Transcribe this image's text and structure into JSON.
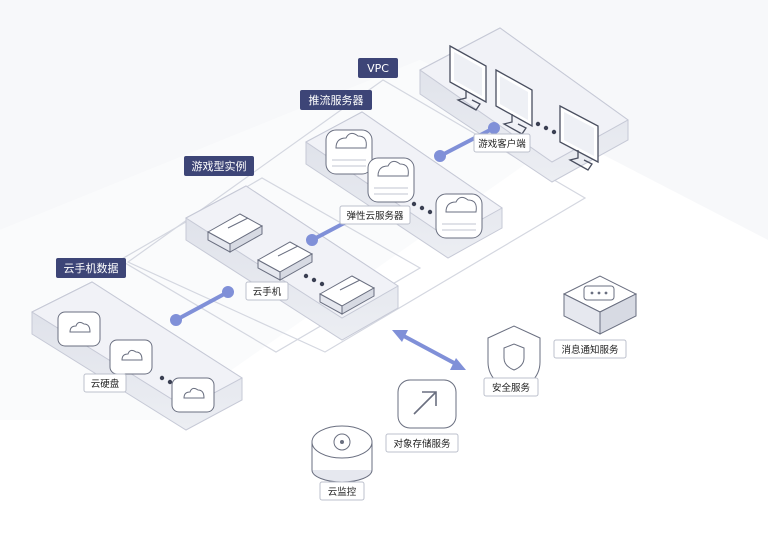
{
  "group_labels": {
    "vpc": "VPC",
    "push": "推流服务器",
    "game": "游戏型实例",
    "phone_data": "云手机数据"
  },
  "node_labels": {
    "game_client": "游戏客户端",
    "ecs": "弹性云服务器",
    "cloud_phone": "云手机",
    "cloud_disk": "云硬盘",
    "security": "安全服务",
    "notify": "消息通知服务",
    "obs": "对象存储服务",
    "monitor": "云监控"
  },
  "colors": {
    "badge": "#3d4577",
    "connector": "#8090d8",
    "plate_top": "#f3f4f8",
    "plate_stroke": "#c6c9d6",
    "device_top": "#f8f9fb",
    "device_stroke": "#6a6f80",
    "label_bg": "#ffffff",
    "label_stroke": "#bcc0cc"
  },
  "icons": {
    "monitor": "monitor-icon",
    "cloud_server": "cloud-server-icon",
    "instance": "server-blade-icon",
    "disk": "cloud-disk-icon",
    "shield": "shield-icon",
    "message": "message-box-icon",
    "upload": "upload-arrow-icon",
    "gauge": "gauge-icon"
  }
}
